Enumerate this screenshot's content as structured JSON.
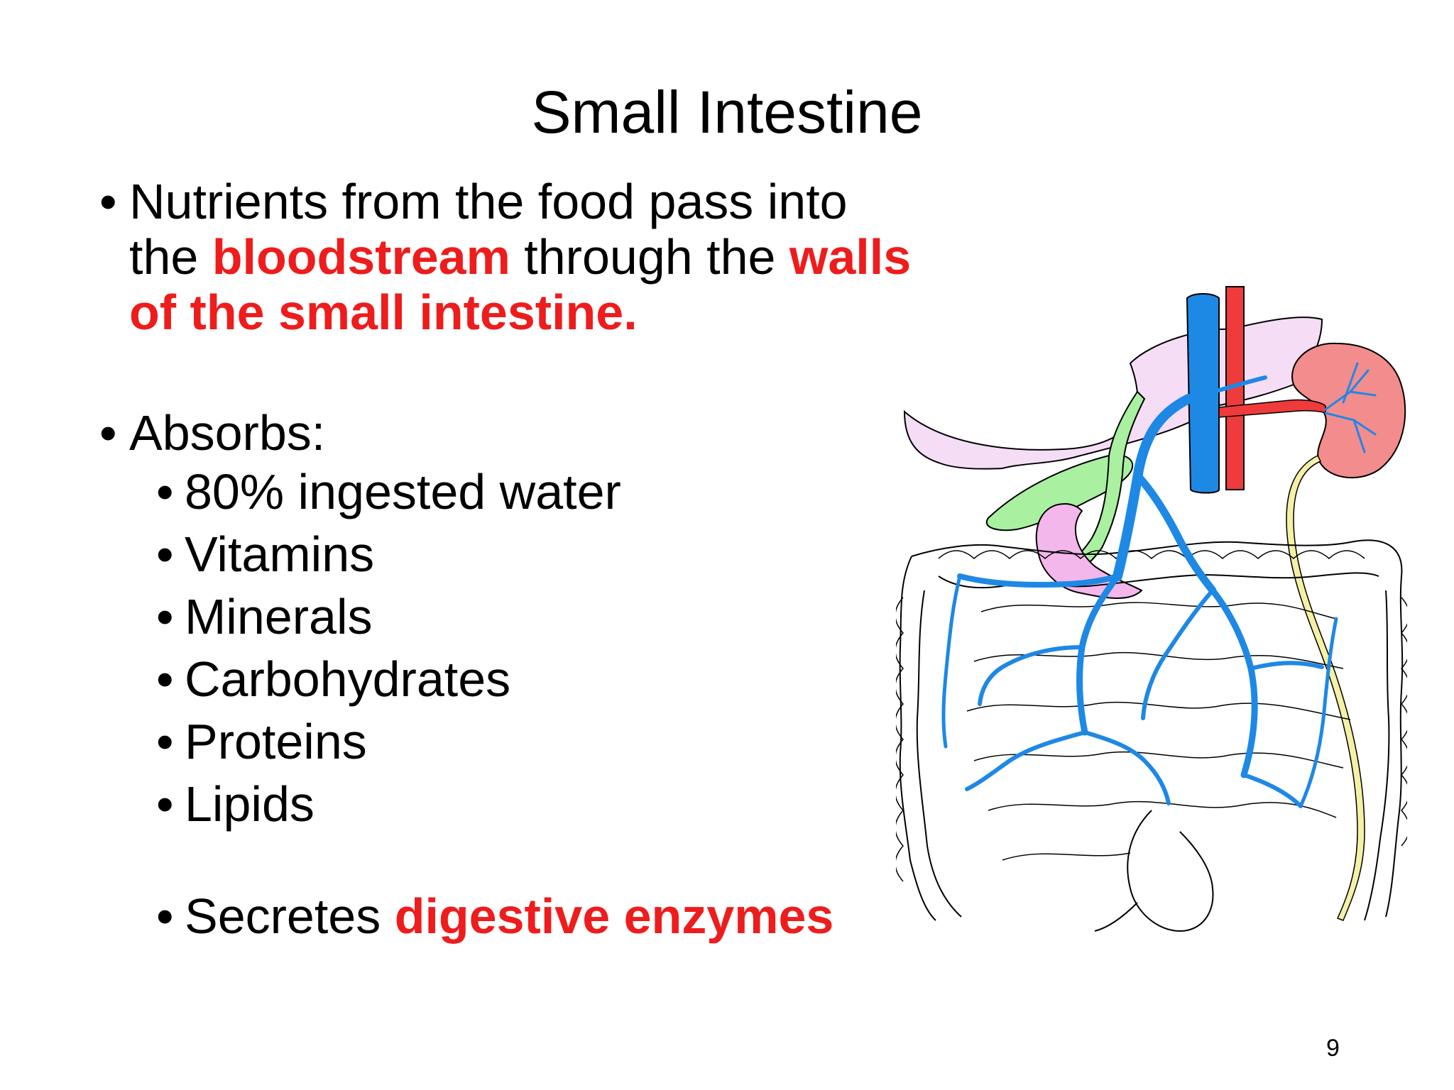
{
  "slide": {
    "title": "Small Intestine",
    "bullet1": {
      "part1": "Nutrients from the food pass into the ",
      "highlight1": "bloodstream",
      "part2": " through the ",
      "highlight2": "walls of the small intestine."
    },
    "bullet2": {
      "label": "Absorbs:",
      "items": [
        "80% ingested water",
        "Vitamins",
        "Minerals",
        "Carbohydrates",
        "Proteins",
        "Lipids"
      ]
    },
    "bullet3": {
      "part1": "Secretes ",
      "highlight": "digestive enzymes"
    },
    "page_number": "9",
    "bullet_glyph": "•"
  },
  "colors": {
    "highlight": "#ee1c1c",
    "vein": "#1e88e5",
    "artery": "#ef3b3b",
    "liver": "#f6ddf6",
    "gallbladder": "#a9f0a0",
    "pancreas": "#f3b7ec",
    "kidney": "#f38c8c",
    "ureter": "#f4f1a6"
  },
  "diagram": {
    "icon": "digestive-system-icon"
  }
}
